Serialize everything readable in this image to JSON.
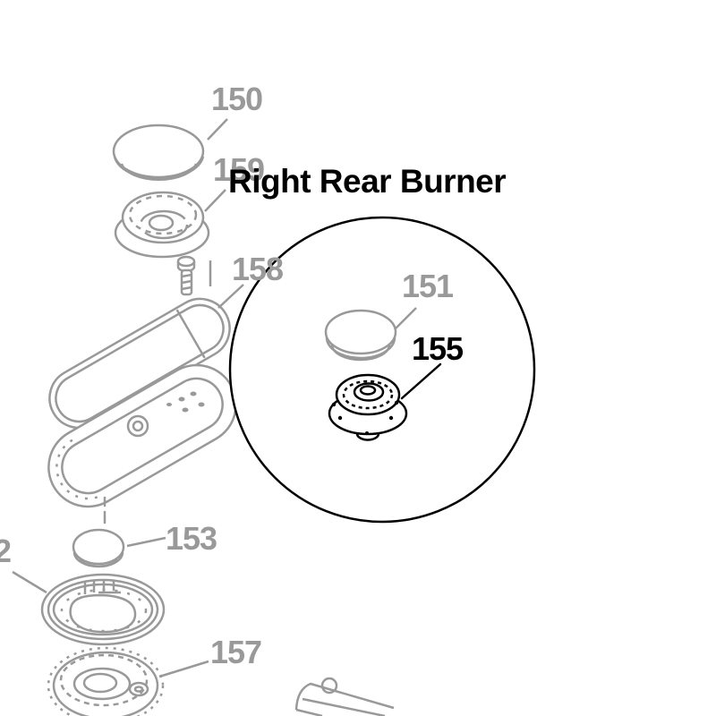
{
  "title": "Right Rear Burner",
  "colors": {
    "diagram_gray": "#999999",
    "ink_black": "#000000",
    "background": "#ffffff"
  },
  "callout": {
    "shape": "magnifier-circle",
    "highlighted_part_labels": [
      "151",
      "155"
    ]
  },
  "parts": {
    "p150": {
      "label": "150"
    },
    "p159": {
      "label": "159"
    },
    "p158": {
      "label": "158"
    },
    "p151": {
      "label": "151"
    },
    "p155": {
      "label": "155"
    },
    "p153": {
      "label": "153"
    },
    "p157": {
      "label": "157"
    },
    "p2": {
      "label": "2"
    }
  }
}
